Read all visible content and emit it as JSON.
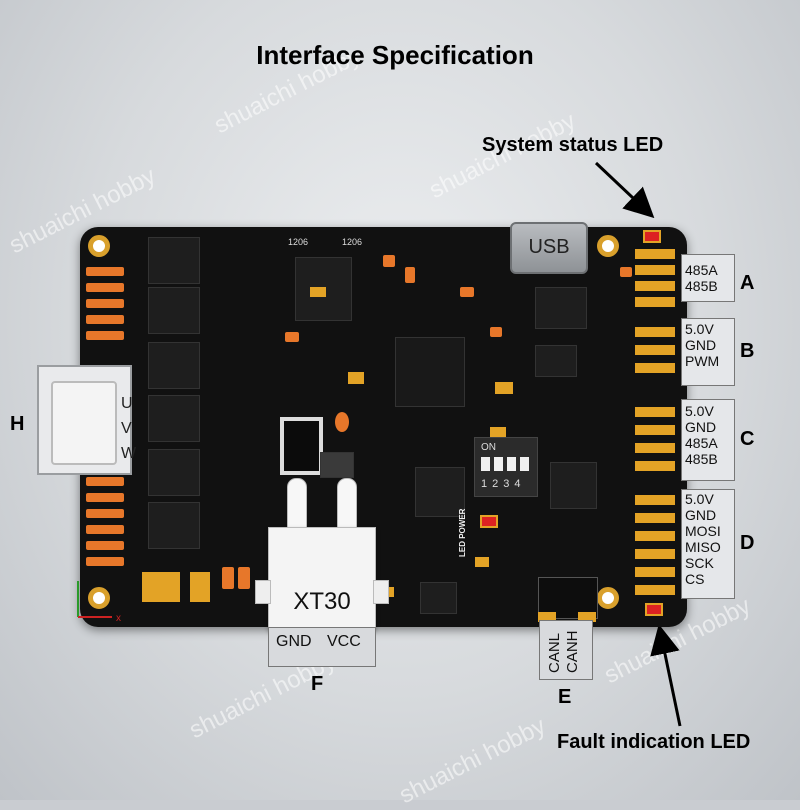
{
  "title": "Interface Specification",
  "callouts": {
    "system_status_led": "System status LED",
    "fault_indication_led": "Fault indication LED"
  },
  "watermark": "shuaichi hobby",
  "board": {
    "usb_label": "USB",
    "xt30_label": "XT30",
    "motor_plug_letters": [
      "U",
      "V",
      "W"
    ],
    "dip_switch": {
      "on_label": "ON",
      "numbers": "1234"
    },
    "silk_labels": [
      "1206",
      "1206"
    ],
    "led_power_label": "LED POWER"
  },
  "connectors": {
    "A": {
      "letter": "A",
      "pins": [
        "485A",
        "485B"
      ]
    },
    "B": {
      "letter": "B",
      "pins": [
        "5.0V",
        "GND",
        "PWM"
      ]
    },
    "C": {
      "letter": "C",
      "pins": [
        "5.0V",
        "GND",
        "485A",
        "485B"
      ]
    },
    "D": {
      "letter": "D",
      "pins": [
        "5.0V",
        "GND",
        "MOSI",
        "MISO",
        "SCK",
        "CS"
      ]
    },
    "E": {
      "letter": "E",
      "pins": [
        "CANL",
        "CANH"
      ]
    },
    "F": {
      "letter": "F",
      "pins": [
        "GND",
        "VCC"
      ]
    },
    "H": {
      "letter": "H"
    }
  },
  "colors": {
    "pcb": "#111111",
    "pad_gold": "#e3a326",
    "component_orange": "#e7772a",
    "led_red": "#dd2222"
  }
}
